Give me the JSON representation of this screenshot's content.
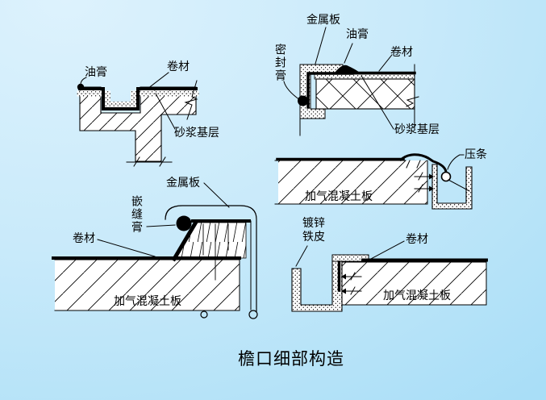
{
  "slide": {
    "title": "檐口细部构造",
    "ink_color": "#000000",
    "background_top": "#ddf2fd",
    "background_bottom": "#a9def7",
    "diagrams": {
      "d1": {
        "yougao": "油膏",
        "juancai": "卷材",
        "shajiang": "砂浆基层"
      },
      "d2": {
        "jinshuban": "金属板",
        "yougao": "油膏",
        "juancai": "卷材",
        "mifenggao": "密封膏",
        "shajiang": "砂浆基层"
      },
      "d3": {
        "yatiao": "压条",
        "jiaqi": "加气混凝土板"
      },
      "d4": {
        "jinshuban": "金属板",
        "qianfenggao": "嵌缝膏",
        "juancai": "卷材",
        "jiaqi": "加气混凝土板"
      },
      "d5": {
        "duxintiepi": "镀锌铁皮",
        "juancai": "卷材",
        "jiaqi": "加气混凝土板"
      }
    }
  }
}
